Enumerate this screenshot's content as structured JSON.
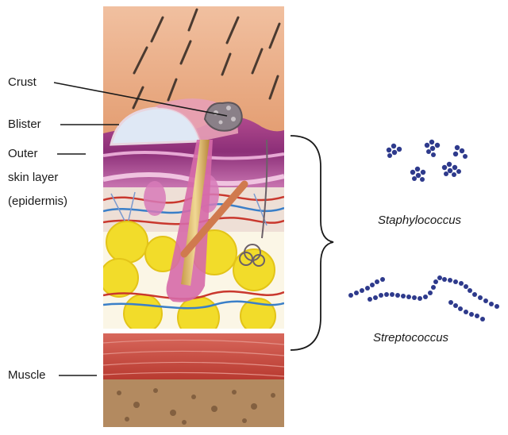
{
  "labels": {
    "crust": "Crust",
    "blister": "Blister",
    "outer_line1": "Outer",
    "outer_line2": "skin layer",
    "outer_line3": "(epidermis)",
    "muscle": "Muscle",
    "staph": "Staphylococcus",
    "strep": "Streptococcus"
  },
  "colors": {
    "skin_top": "#e9a87e",
    "epidermis": "#9b3b8c",
    "fat": "#f2de2c",
    "muscle": "#c8453a",
    "bacteria": "#2e3a8c"
  }
}
